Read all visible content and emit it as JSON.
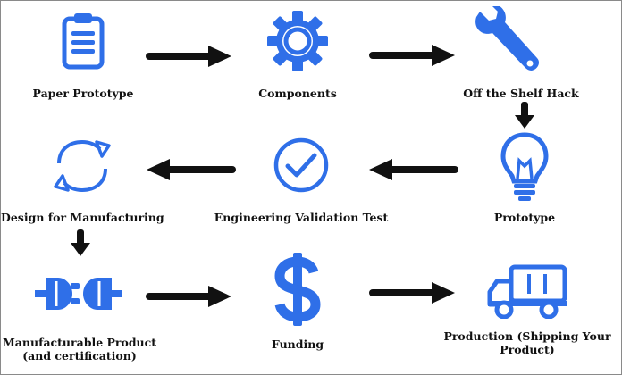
{
  "colors": {
    "icon": "#2F6FE8",
    "arrow": "#111111",
    "text": "#111111",
    "background": "#FFFFFF"
  },
  "steps": [
    {
      "label": "Paper Prototype",
      "icon": "clipboard-icon"
    },
    {
      "label": "Components",
      "icon": "gear-icon"
    },
    {
      "label": "Off the Shelf Hack",
      "icon": "wrench-icon"
    },
    {
      "label": "Prototype",
      "icon": "lightbulb-icon"
    },
    {
      "label": "Engineering Validation Test",
      "icon": "checkmark-circle-icon"
    },
    {
      "label": "Design for Manufacturing",
      "icon": "refresh-cycle-icon"
    },
    {
      "label_line1": "Manufacturable Product",
      "label_line2": "(and certification)",
      "icon": "plug-connector-icon"
    },
    {
      "label": "Funding",
      "icon": "dollar-sign-icon"
    },
    {
      "label_line1": "Production (Shipping Your",
      "label_line2": "Product)",
      "icon": "truck-icon"
    }
  ]
}
